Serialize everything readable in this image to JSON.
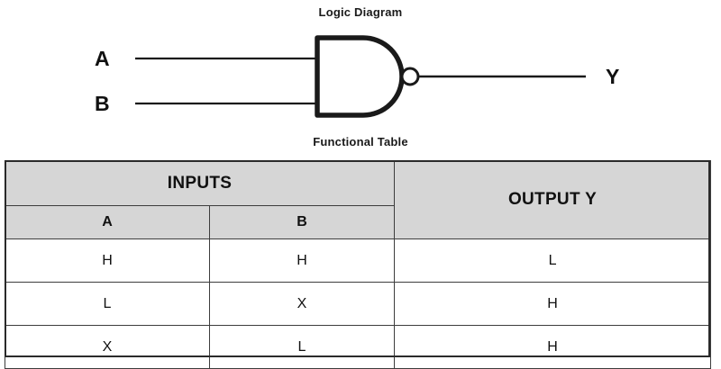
{
  "diagram": {
    "title": "Logic Diagram",
    "gate_type": "nand-gate",
    "inputs": [
      {
        "label": "A"
      },
      {
        "label": "B"
      }
    ],
    "output": {
      "label": "Y"
    }
  },
  "table": {
    "title": "Functional Table",
    "group_headers": [
      {
        "label": "INPUTS",
        "colspan": 2
      },
      {
        "label": "OUTPUT Y",
        "colspan": 1
      }
    ],
    "sub_headers": [
      "A",
      "B"
    ],
    "rows": [
      {
        "a": "H",
        "b": "H",
        "y": "L"
      },
      {
        "a": "L",
        "b": "X",
        "y": "H"
      },
      {
        "a": "X",
        "b": "L",
        "y": "H"
      }
    ]
  },
  "colors": {
    "header_background": "#d6d6d6",
    "border": "#3d3d3d",
    "frame": "#2a2a2a",
    "ink": "#111111",
    "page_background": "#ffffff"
  }
}
